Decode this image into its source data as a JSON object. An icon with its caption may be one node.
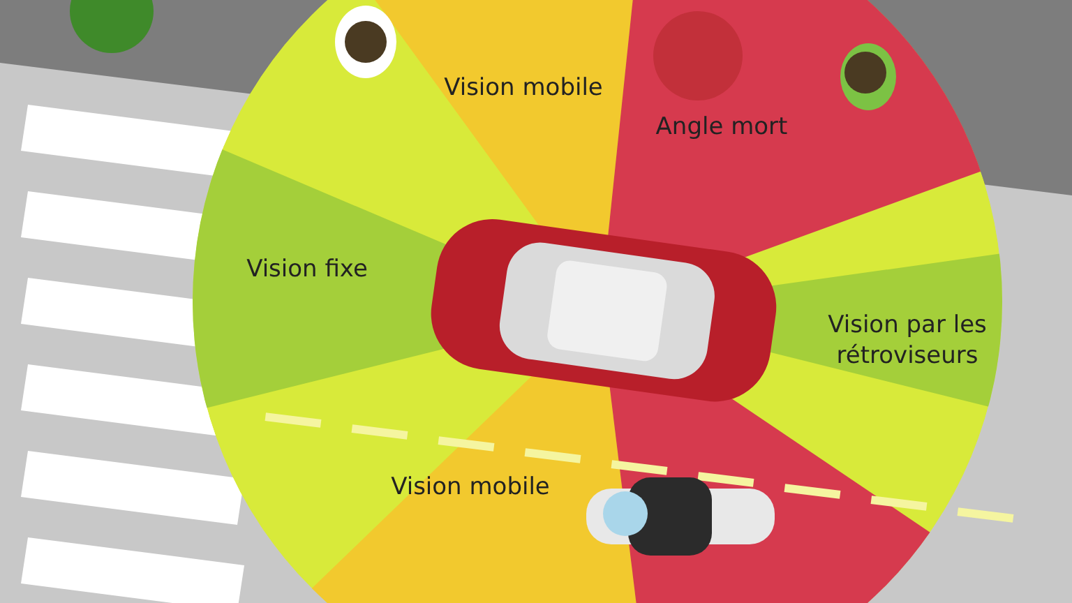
{
  "diagram": {
    "labels": [
      "Vision mobile",
      "Angle mort",
      "Vision fixe",
      "Vision par les rétroviseurs",
      "Vision mobile"
    ]
  }
}
